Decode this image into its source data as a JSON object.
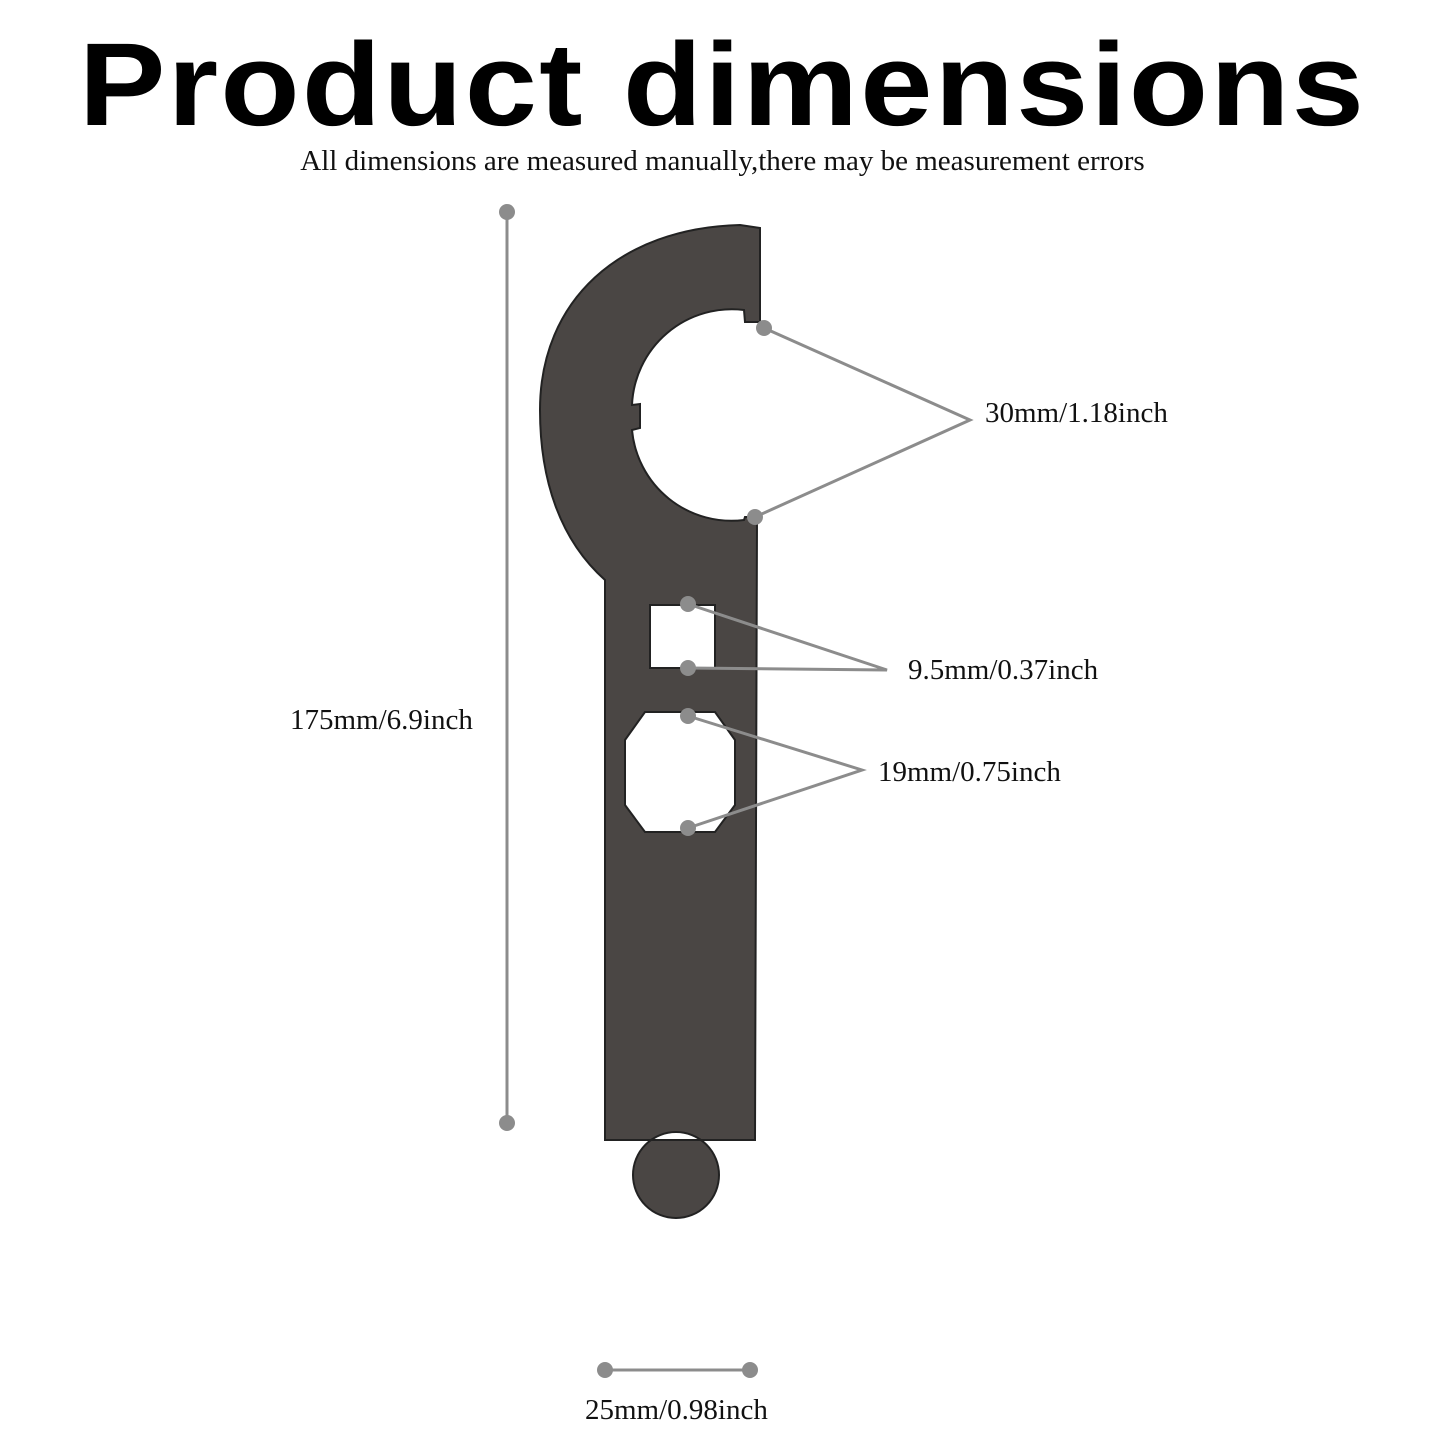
{
  "title": "Product dimensions",
  "subtitle": "All dimensions are measured manually,there may be measurement errors",
  "dimensions": {
    "height": "175mm/6.9inch",
    "width": "25mm/0.98inch",
    "large_opening": "30mm/1.18inch",
    "square_hole": "9.5mm/0.37inch",
    "hex_hole": "19mm/0.75inch"
  },
  "colors": {
    "wrench": "#4a4644",
    "measure_line": "#8c8c8c"
  }
}
